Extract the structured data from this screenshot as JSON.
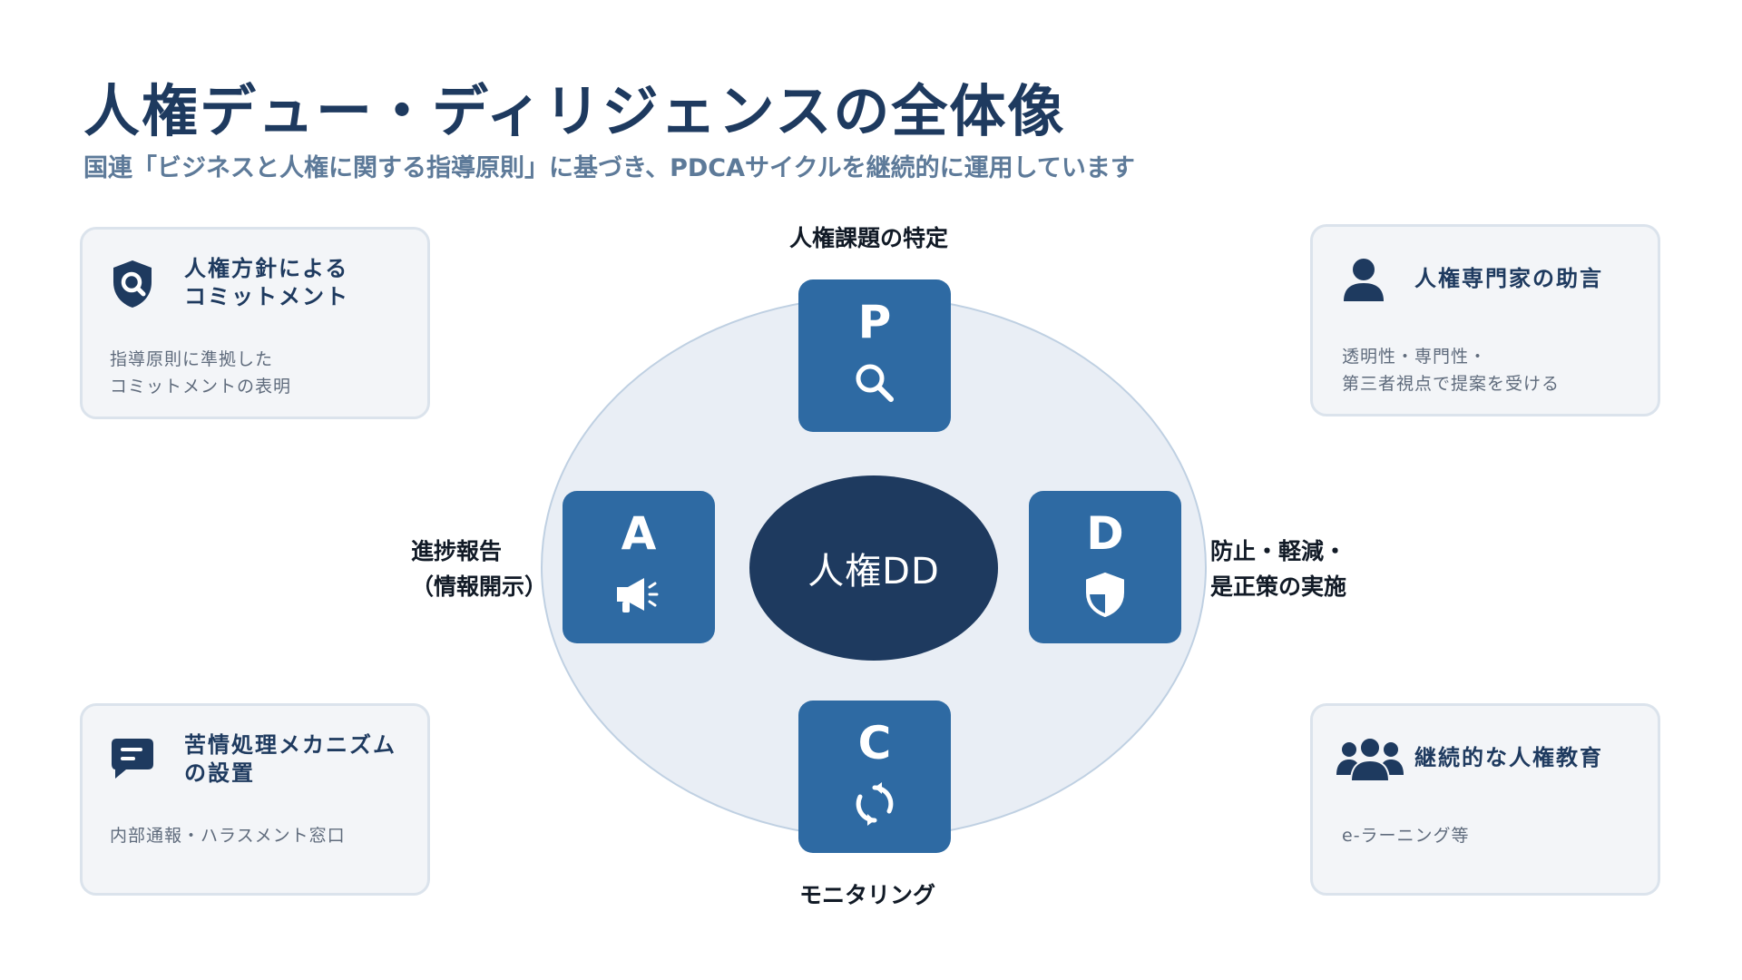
{
  "header": {
    "title": "人権デュー・ディリジェンスの全体像",
    "subtitle": "国連「ビジネスと人権に関する指導原則」に基づき、PDCAサイクルを継続的に運用しています"
  },
  "colors": {
    "title": "#1e3a5f",
    "subtitle": "#5d7a99",
    "phase_box": "#2e6aa3",
    "center": "#1e3a5f",
    "cycle_bg": "#e9eef5",
    "card_bg": "#f3f5f8"
  },
  "cycle": {
    "center_label": "人権DD",
    "phases": {
      "P": {
        "letter": "P",
        "label": "人権課題の特定",
        "icon": "search-icon"
      },
      "D": {
        "letter": "D",
        "label": "防止・軽減・\n是正策の実施",
        "icon": "shield-icon"
      },
      "C": {
        "letter": "C",
        "label": "モニタリング",
        "icon": "refresh-icon"
      },
      "A": {
        "letter": "A",
        "label": "進捗報告\n（情報開示）",
        "icon": "megaphone-icon"
      }
    }
  },
  "cards": {
    "policy": {
      "icon": "shield-search-icon",
      "title": "人権方針による\nコミットメント",
      "desc": "指導原則に準拠した\nコミットメントの表明"
    },
    "expert": {
      "icon": "person-icon",
      "title": "人権専門家の助言",
      "desc": "透明性・専門性・\n第三者視点で提案を受ける"
    },
    "grievance": {
      "icon": "chat-icon",
      "title": "苦情処理メカニズム\nの設置",
      "desc": "内部通報・ハラスメント窓口"
    },
    "education": {
      "icon": "people-group-icon",
      "title": "継続的な人権教育",
      "desc": "e-ラーニング等"
    }
  }
}
